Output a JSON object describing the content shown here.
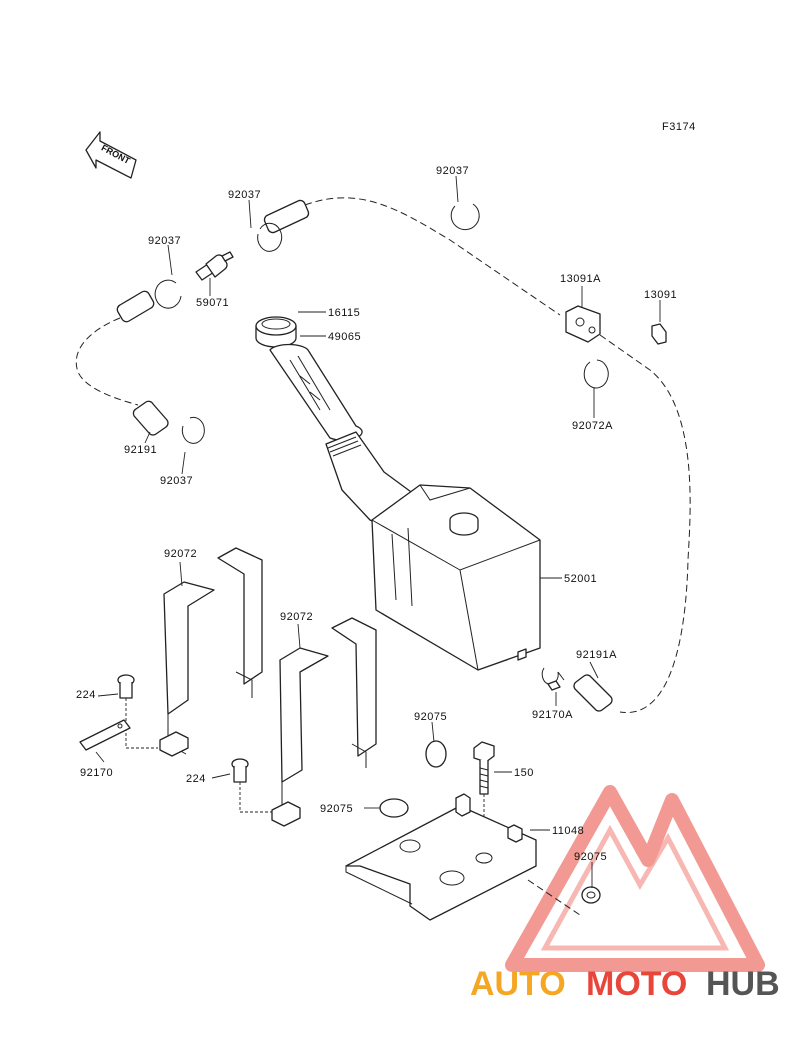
{
  "figure_code": "F3174",
  "front_arrow_label": "FRONT",
  "watermark": {
    "part1": "AUTO",
    "part2": "MOTO",
    "part3": "HUB",
    "color_orange": "#f5a623",
    "color_red": "#e8463b",
    "color_gray": "#555555"
  },
  "labels": {
    "p92037_a": "92037",
    "p92037_b": "92037",
    "p92037_c": "92037",
    "p92037_d": "92037",
    "p59071": "59071",
    "p16115": "16115",
    "p49065": "49065",
    "p13091a": "13091A",
    "p13091": "13091",
    "p92072a": "92072A",
    "p92191": "92191",
    "p92072_a": "92072",
    "p92072_b": "92072",
    "p52001": "52001",
    "p92191a": "92191A",
    "p92170a": "92170A",
    "p224_a": "224",
    "p224_b": "224",
    "p92170": "92170",
    "p92075_a": "92075",
    "p92075_b": "92075",
    "p92075_c": "92075",
    "p150": "150",
    "p11048": "11048"
  }
}
